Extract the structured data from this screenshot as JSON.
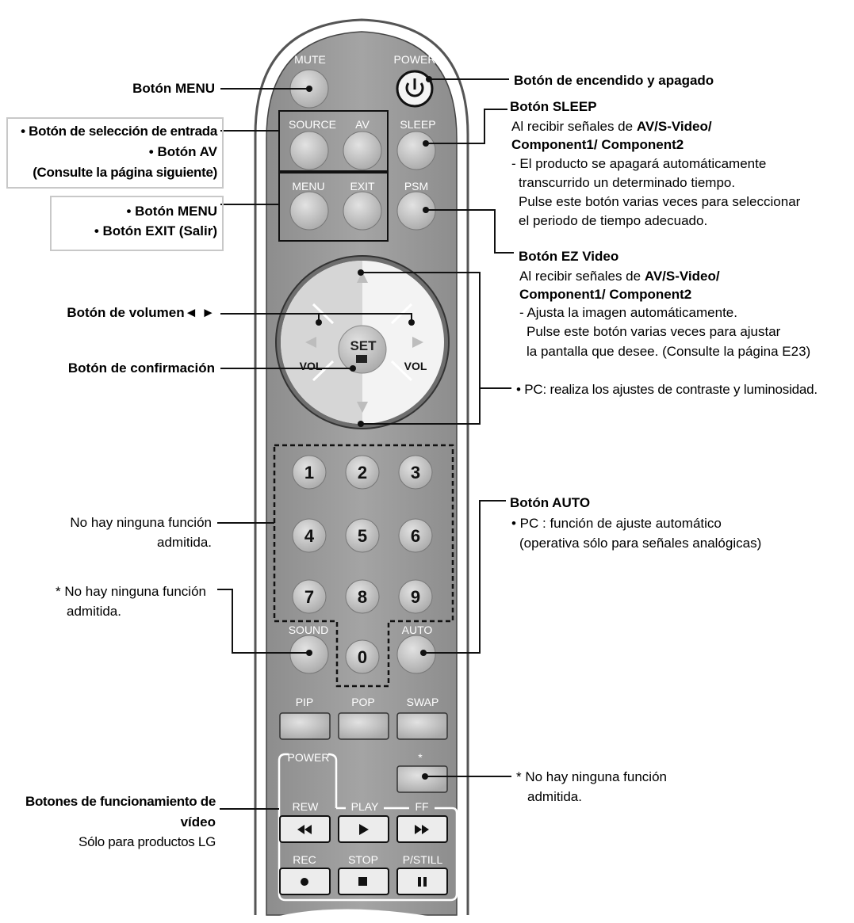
{
  "remote": {
    "mute": "MUTE",
    "power": "POWER",
    "source": "SOURCE",
    "av": "AV",
    "sleep": "SLEEP",
    "menu": "MENU",
    "exit": "EXIT",
    "psm": "PSM",
    "set": "SET",
    "vol": "VOL",
    "digits": [
      "1",
      "2",
      "3",
      "4",
      "5",
      "6",
      "7",
      "8",
      "9",
      "0"
    ],
    "sound": "SOUND",
    "auto": "AUTO",
    "pip": "PIP",
    "pop": "POP",
    "swap": "SWAP",
    "power2": "POWER",
    "star": "*",
    "rew": "REW",
    "play": "PLAY",
    "ff": "FF",
    "rec": "REC",
    "stop": "STOP",
    "pstill": "P/STILL"
  },
  "labels": {
    "menu_btn": "Botón MENU",
    "power_btn": "Botón de encendido y apagado",
    "input_1": "• Botón de selección de entrada",
    "input_2": "• Botón AV",
    "input_3": "(Consulte la página siguiente)",
    "sleep_title": "Botón SLEEP",
    "sleep_l1a": "Al recibir señales de ",
    "sleep_l1b": "AV/S-Video/",
    "sleep_l2": "Component1/ Component2",
    "sleep_l3": "- El producto se apagará automáticamente",
    "sleep_l4": "transcurrido un determinado tiempo.",
    "sleep_l5": "Pulse este botón varias veces para seleccionar",
    "sleep_l6": "el periodo de tiempo adecuado.",
    "menu_exit_1": "• Botón MENU",
    "menu_exit_2": "• Botón EXIT (Salir)",
    "ez_title": "Botón EZ Video",
    "ez_l1a": "Al recibir señales de ",
    "ez_l1b": "AV/S-Video/",
    "ez_l2": "Component1/ Component2",
    "ez_l3": "- Ajusta la imagen automáticamente.",
    "ez_l4": "Pulse este botón varias veces para ajustar",
    "ez_l5": "la pantalla que desee. (Consulte la página E23)",
    "volume": "Botón de volumen◄ ►",
    "confirm": "Botón de confirmación",
    "pc_contrast": "• PC: realiza los ajustes de contraste y luminosidad.",
    "auto_title": "Botón AUTO",
    "auto_l1": "• PC : función de ajuste automático",
    "auto_l2": "(operativa sólo para señales analógicas)",
    "nofunc_1": "No hay ninguna función",
    "nofunc_1b": "admitida.",
    "nofunc_2": "* No hay ninguna función",
    "nofunc_2b": "admitida.",
    "nofunc_3": "* No hay ninguna función",
    "nofunc_3b": "admitida.",
    "video_1": "Botones de funcionamiento de",
    "video_2": "vídeo",
    "video_3": "Sólo para productos LG"
  }
}
